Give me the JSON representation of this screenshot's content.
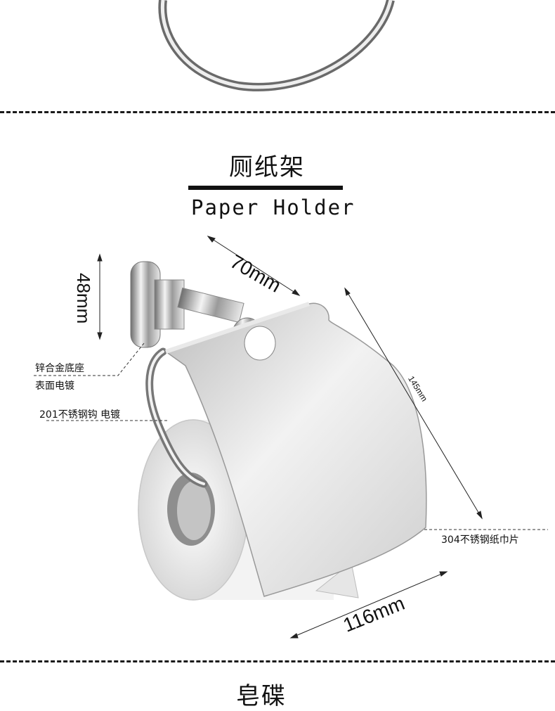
{
  "section": {
    "title_cn": "厕纸架",
    "title_en": "Paper Holder"
  },
  "dimensions": {
    "depth": "70mm",
    "base_height": "48mm",
    "cover_height": "145mm",
    "cover_width": "116mm"
  },
  "annotations": {
    "base_line1": "锌合金底座",
    "base_line2": "表面电镀",
    "hook": "201不锈钢钩 电镀",
    "cover": "304不锈钢纸巾片"
  },
  "next_section": {
    "title_cn": "皂碟"
  }
}
